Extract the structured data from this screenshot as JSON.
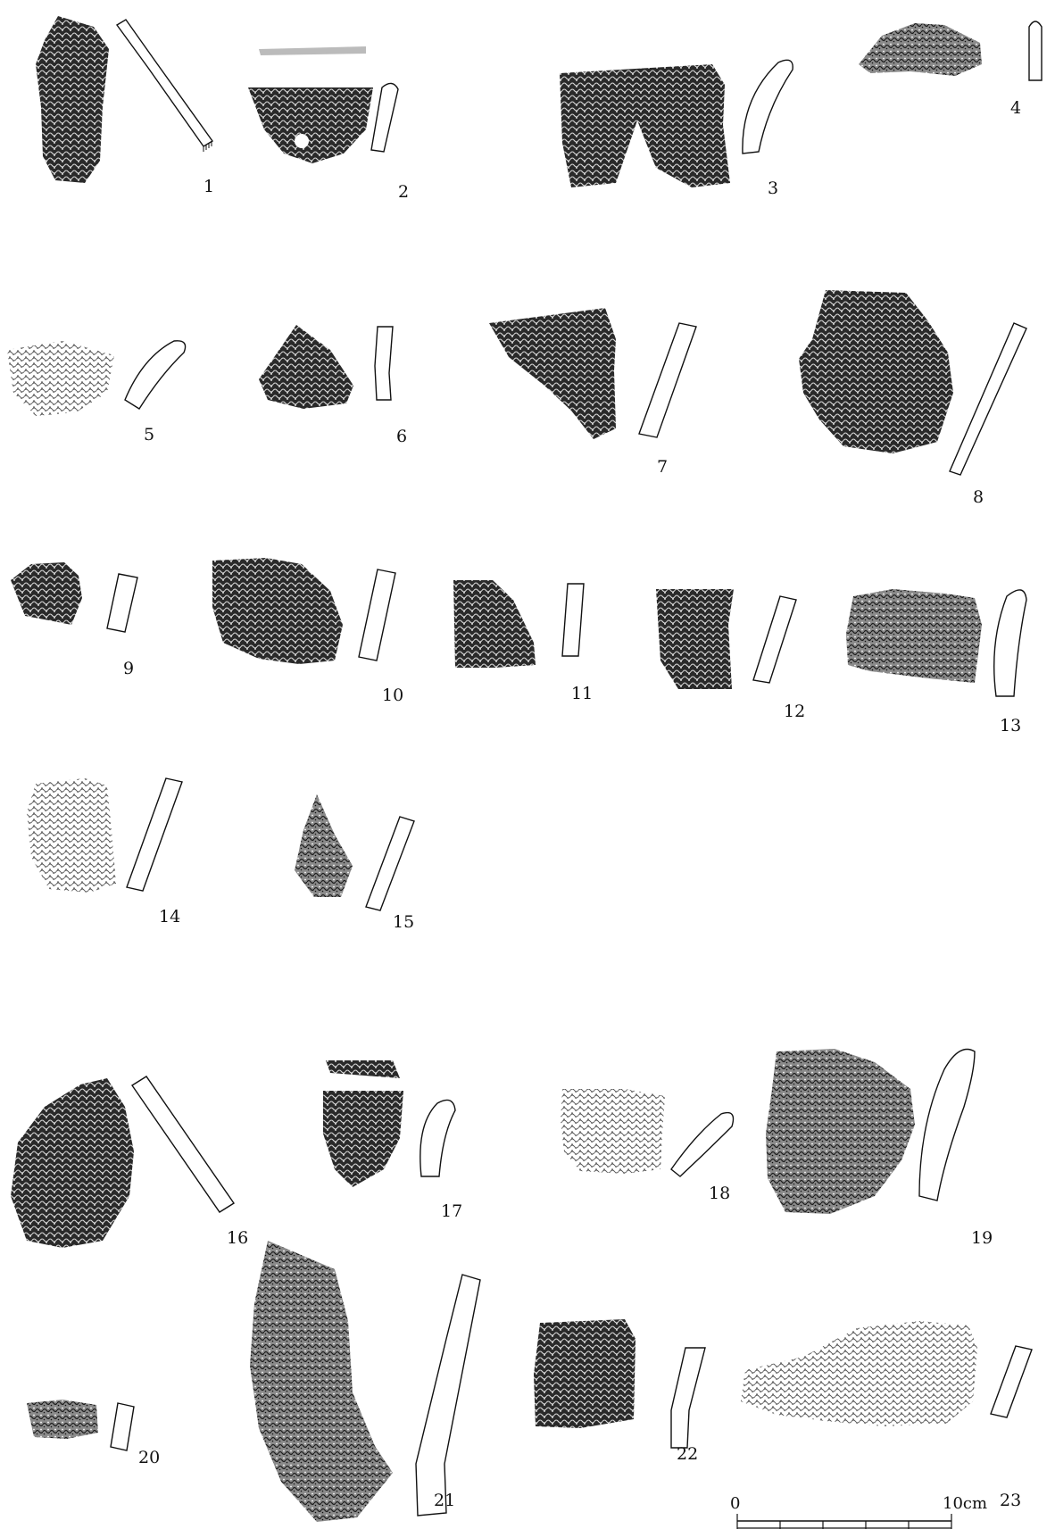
{
  "figure": {
    "labels": [
      "1",
      "2",
      "3",
      "4",
      "5",
      "6",
      "7",
      "8",
      "9",
      "10",
      "11",
      "12",
      "13",
      "14",
      "15",
      "16",
      "17",
      "18",
      "19",
      "20",
      "21",
      "22",
      "23"
    ]
  },
  "scale_bar": {
    "start": "0",
    "end": "10cm"
  },
  "colors": {
    "ink": "#111111",
    "paper": "#ffffff"
  }
}
